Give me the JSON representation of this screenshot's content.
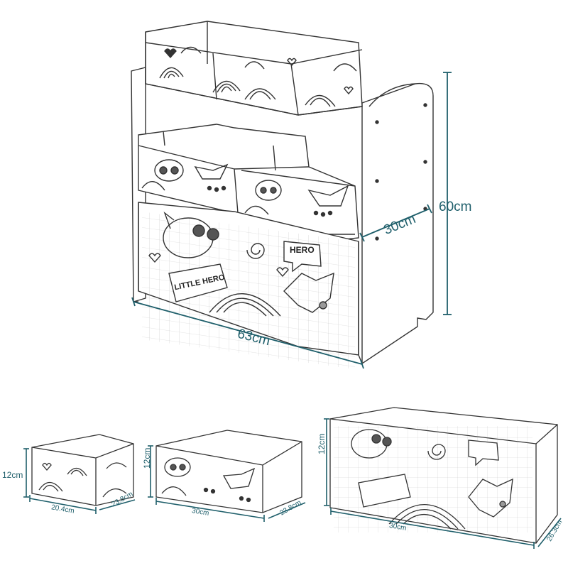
{
  "colors": {
    "line": "#1f5f6b",
    "sketch": "#333333",
    "background": "#ffffff"
  },
  "rack": {
    "height_label": "60cm",
    "depth_label": "30cm",
    "width_label": "63cm",
    "text_hero": "HERO",
    "text_little_hero": "LITTLE HERO"
  },
  "bins": [
    {
      "name": "small-bin",
      "height_label": "12cm",
      "width_label": "20.4cm",
      "depth_label": "23.8cm"
    },
    {
      "name": "medium-bin",
      "height_label": "12cm",
      "width_label": "30cm",
      "depth_label": "23.8cm"
    },
    {
      "name": "large-bin",
      "height_label": "12cm",
      "width_label": "30cm",
      "depth_label": "26.3cm"
    }
  ]
}
